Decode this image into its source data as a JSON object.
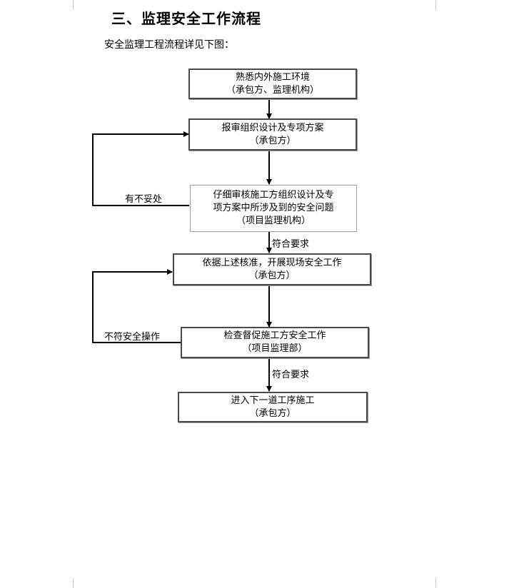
{
  "document": {
    "heading": "三、监理安全工作流程",
    "intro": "安全监理工程流程详见下图："
  },
  "flow": {
    "steps": [
      {
        "line1": "熟悉内外施工环境",
        "line2": "（承包方、监理机构）"
      },
      {
        "line1": "报审组织设计及专项方案",
        "line2": "（承包方）"
      },
      {
        "line1": "仔细审核施工方组织设计及专",
        "line2": "项方案中所涉及到的安全问题",
        "line3": "（项目监理机构）"
      },
      {
        "line1": "依据上述核准，开展现场安全工作",
        "line2": "（承包方）"
      },
      {
        "line1": "检查督促施工方安全工作",
        "line2": "（项目监理部）"
      },
      {
        "line1": "进入下一道工序施工",
        "line2": "（承包方）"
      }
    ],
    "labels": {
      "loop1": "有不妥处",
      "pass1": "符合要求",
      "loop2": "不符安全操作",
      "pass2": "符合要求"
    }
  }
}
